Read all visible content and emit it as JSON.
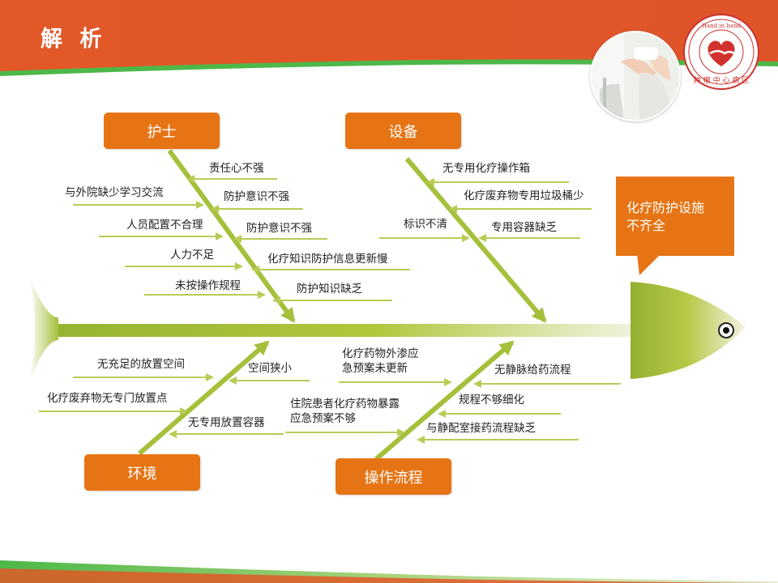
{
  "header": {
    "title": "解 析",
    "bar_color": "#e25828",
    "accent_line_color": "#4db848"
  },
  "logo": {
    "text": "Hand in hand · 肿瘤中心病区"
  },
  "colors": {
    "category_box": "#e67414",
    "arrow": "#a8c23a"
  },
  "diagram": {
    "effect": "化疗防护设施\n不齐全",
    "categories": {
      "nurse": {
        "label": "护士",
        "causes": [
          "责任心不强",
          "与外院缺少学习交流",
          "防护意识不强",
          "人员配置不合理",
          "防护意识不强",
          "人力不足",
          "化疗知识防护信息更新慢",
          "未按操作规程",
          "防护知识缺乏"
        ]
      },
      "equipment": {
        "label": "设备",
        "causes": [
          "无专用化疗操作箱",
          "化疗废弃物专用垃圾桶少",
          "标识不清",
          "专用容器缺乏"
        ]
      },
      "environment": {
        "label": "环境",
        "causes": [
          "无充足的放置空间",
          "空间狭小",
          "化疗废弃物无专门放置点",
          "无专用放置容器"
        ]
      },
      "process": {
        "label": "操作流程",
        "causes": [
          "化疗药物外渗应\n急预案未更新",
          "无静脉给药流程",
          "住院患者化疗药物暴露\n应急预案不够",
          "规程不够细化",
          "与静配室接药流程缺乏"
        ]
      }
    }
  }
}
